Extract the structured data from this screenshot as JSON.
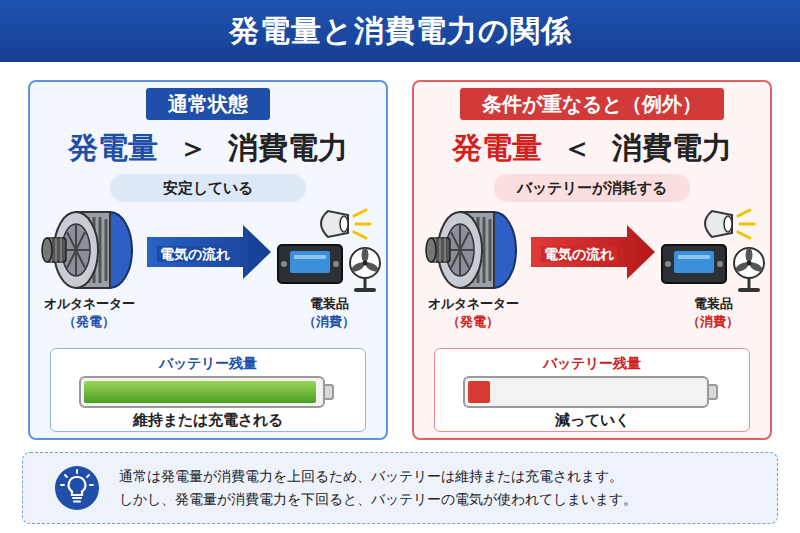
{
  "diagram": {
    "title": "発電量と消費電力の関係",
    "nodes": [
      {
        "text": [
          "通常状態"
        ]
      },
      {
        "text": [
          "安定している"
        ],
        "in": 0
      },
      {
        "text": [
          "オルタネーター",
          "（発電）"
        ],
        "in": 0
      },
      {
        "text": [
          "電装品",
          "（消費）"
        ],
        "in": 0
      },
      {
        "text": [
          "バッテリー残量",
          "維持または充電される"
        ],
        "in": 0
      },
      {
        "text": [
          "条件が重なると（例外）"
        ]
      },
      {
        "text": [
          "バッテリーが消耗する"
        ],
        "in": 5
      },
      {
        "text": [
          "オルタネーター",
          "（発電）"
        ],
        "in": 5
      },
      {
        "text": [
          "電装品",
          "（消費）"
        ],
        "in": 5
      },
      {
        "text": [
          "バッテリー残量",
          "減っていく"
        ],
        "in": 5
      },
      {
        "text": [
          "通常は発電量が消費電力を上回るため、バッテリーは維持または充電されます。",
          "しかし、発電量が消費電力を下回ると、バッテリーの電気が使われてしまいます。"
        ]
      }
    ],
    "edges": [
      {
        "from": 2,
        "to": 3,
        "label": "電気の流れ",
        "arrow": "to"
      },
      {
        "from": 7,
        "to": 8,
        "label": "電気の流れ",
        "arrow": "to"
      }
    ],
    "labels": [
      "発電量",
      "＞",
      "消費電力",
      "発電量",
      "＜",
      "消費電力"
    ]
  }
}
